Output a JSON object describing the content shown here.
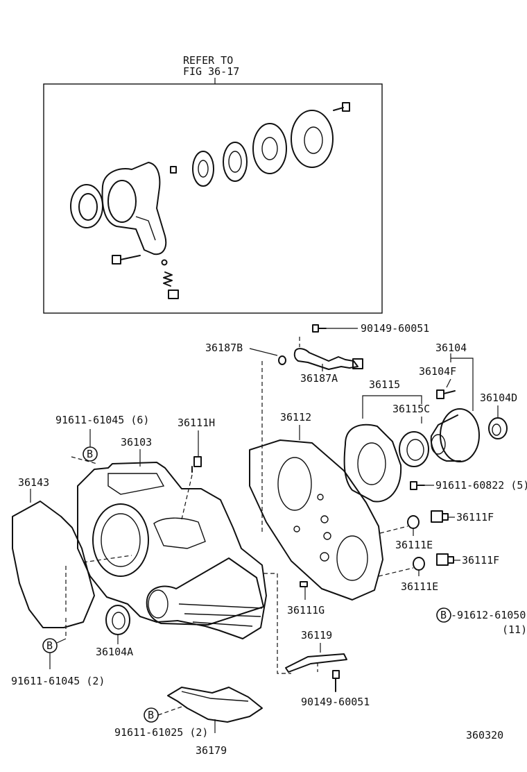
{
  "refer": {
    "line1": "REFER TO",
    "line2": "FIG 36-17"
  },
  "labels": {
    "l_90149_60051_top": "90149-60051",
    "l_36187B": "36187B",
    "l_36187A": "36187A",
    "l_36104": "36104",
    "l_36104F": "36104F",
    "l_36115": "36115",
    "l_36104D": "36104D",
    "l_36115C": "36115C",
    "l_91611_61045_6": "91611-61045 (6)",
    "l_36111H": "36111H",
    "l_36112": "36112",
    "l_36103": "36103",
    "l_91611_60822_5": "91611-60822 (5)",
    "l_36143": "36143",
    "l_36111F_1": "36111F",
    "l_36111E_1": "36111E",
    "l_36111F_2": "36111F",
    "l_36111E_2": "36111E",
    "l_36111G": "36111G",
    "l_91612_61050": "-91612-61050",
    "l_11": "(11)",
    "l_36104A": "36104A",
    "l_36119": "36119",
    "l_91611_61045_2": "91611-61045 (2)",
    "l_90149_60051_bot": "90149-60051",
    "l_91611_61025_2": "91611-61025 (2)",
    "l_36179": "36179",
    "l_360320": "360320"
  },
  "markers": {
    "b": "B"
  }
}
